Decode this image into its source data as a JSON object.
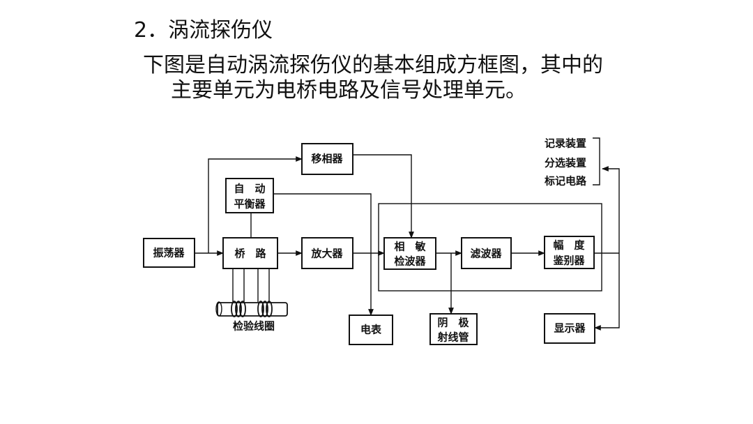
{
  "heading": "2．涡流探伤仪",
  "paragraph_line1": "下图是自动涡流探伤仪的基本组成方框图，其中的",
  "paragraph_line2": "主要单元为电桥电路及信号处理单元。",
  "diagram": {
    "blocks": {
      "oscillator": "振荡器",
      "phase_shifter": "移相器",
      "auto_balance_l1": "自　动",
      "auto_balance_l2": "平衡器",
      "bridge": "桥　路",
      "amplifier": "放大器",
      "phase_detector_l1": "相　敏",
      "phase_detector_l2": "检波器",
      "filter": "滤波器",
      "amplitude_l1": "幅　度",
      "amplitude_l2": "鉴别器",
      "meter": "电表",
      "crt_l1": "阴　极",
      "crt_l2": "射线管",
      "display": "显示器"
    },
    "coil_label": "检验线圈",
    "side_labels": [
      "记录装置",
      "分选装置",
      "标记电路"
    ]
  }
}
